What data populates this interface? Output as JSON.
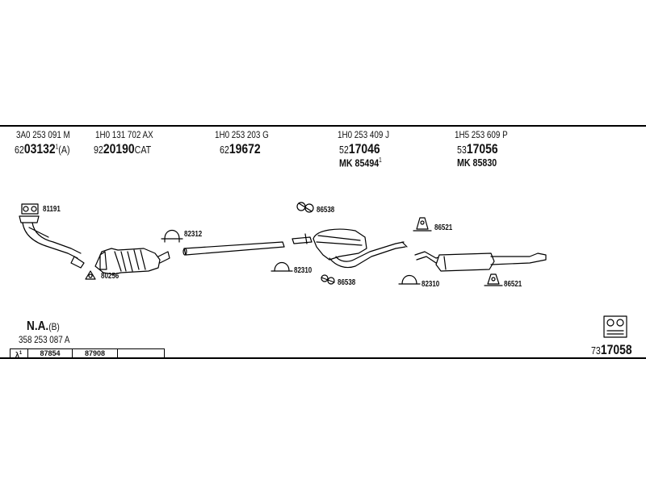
{
  "header_parts": [
    {
      "oe": "3A0 253 091 M",
      "prefix": "62",
      "main": "03132",
      "suffix": "(A)",
      "sup": "1"
    },
    {
      "oe": "1H0 131 702 AX",
      "prefix": "92",
      "main": "20190",
      "suffix": "CAT",
      "sup": ""
    },
    {
      "oe": "1H0 253 203 G",
      "prefix": "62",
      "main": "19672",
      "suffix": "",
      "sup": ""
    },
    {
      "oe": "1H0 253 409 J",
      "prefix": "52",
      "main": "17046",
      "suffix": "",
      "sup": "",
      "mk": "MK 85494",
      "mk_sup": "1"
    },
    {
      "oe": "1H5 253 609 P",
      "prefix": "53",
      "main": "17056",
      "suffix": "",
      "sup": "",
      "mk": "MK 85830"
    }
  ],
  "part_labels": {
    "p81191": "81191",
    "p80256": "80256",
    "p82312": "82312",
    "p86538a": "86538",
    "p82310a": "82310",
    "p86538b": "86538",
    "p86521a": "86521",
    "p82310b": "82310",
    "p86521b": "86521"
  },
  "footer": {
    "na_main": "N.A.",
    "na_suffix": "(B)",
    "na_oe": "358 253 087 A",
    "lambda_label": "λ",
    "lambda_sup": "1",
    "cells": [
      "87854",
      "87908"
    ],
    "kit_prefix": "73",
    "kit_main": "17058"
  }
}
